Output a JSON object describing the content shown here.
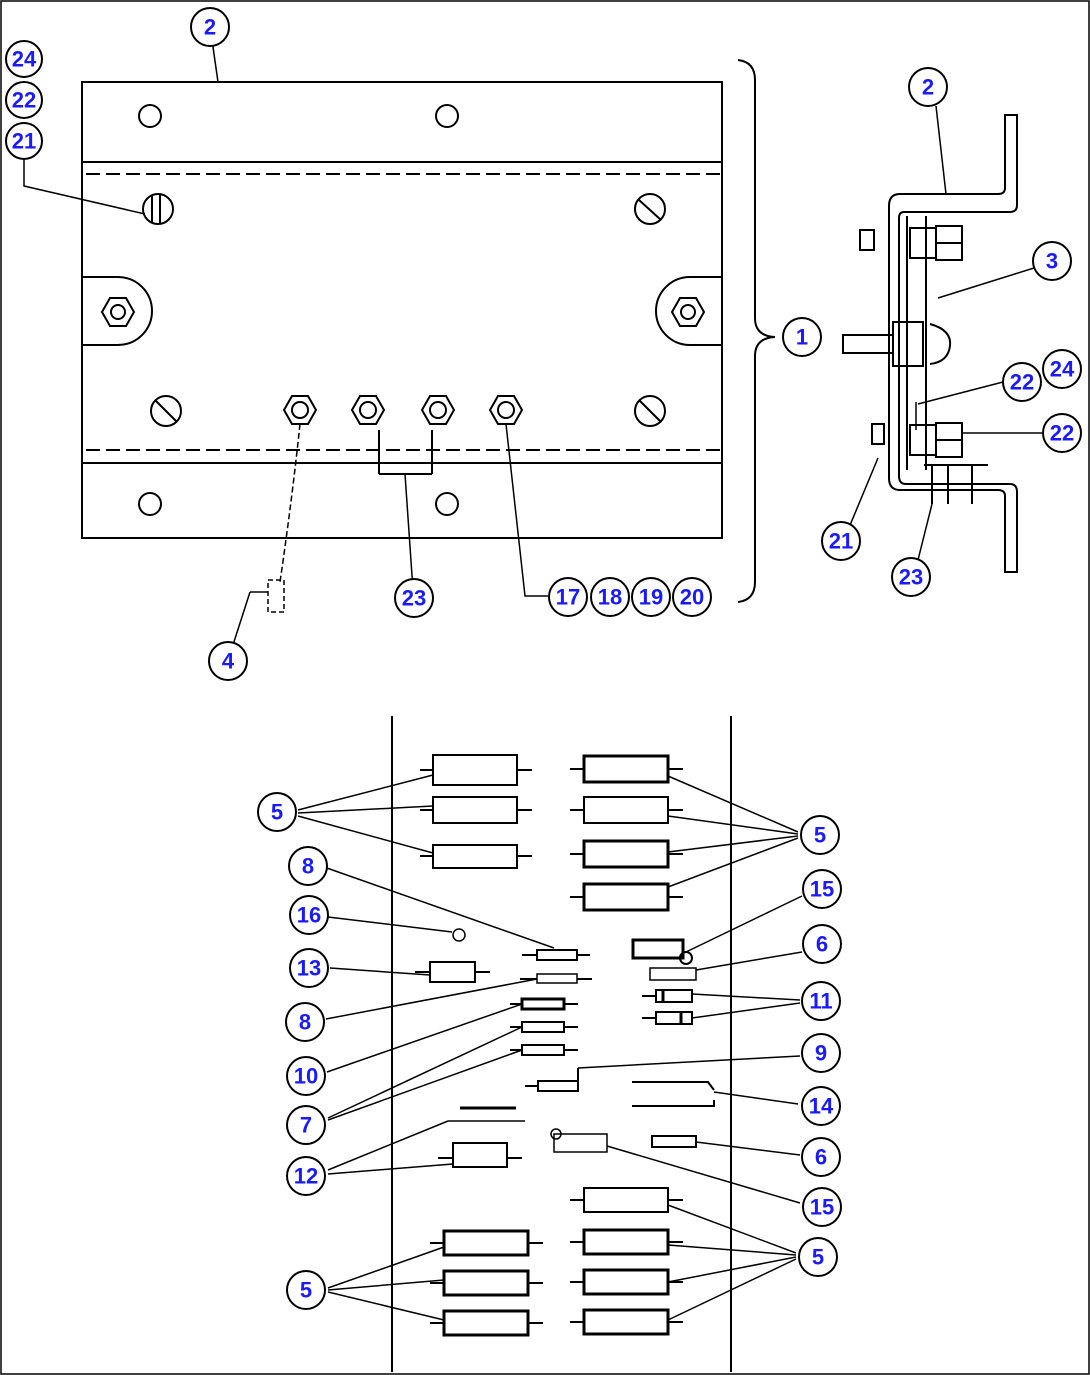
{
  "callouts": {
    "c2_top": "2",
    "c24_left": "24",
    "c22_left": "22",
    "c21_left": "21",
    "c2_side": "2",
    "c3": "3",
    "c1": "1",
    "c22_side_a": "22",
    "c24_side": "24",
    "c22_side_b": "22",
    "c21_side": "21",
    "c23_side": "23",
    "c23_front": "23",
    "c17": "17",
    "c18": "18",
    "c19": "19",
    "c20": "20",
    "c4": "4",
    "c5_ul": "5",
    "c5_ur": "5",
    "c8_a": "8",
    "c16": "16",
    "c13": "13",
    "c8_b": "8",
    "c10": "10",
    "c7": "7",
    "c12": "12",
    "c15_a": "15",
    "c6_a": "6",
    "c11": "11",
    "c9": "9",
    "c14": "14",
    "c6_b": "6",
    "c15_b": "15",
    "c5_lr": "5",
    "c5_ll": "5"
  }
}
